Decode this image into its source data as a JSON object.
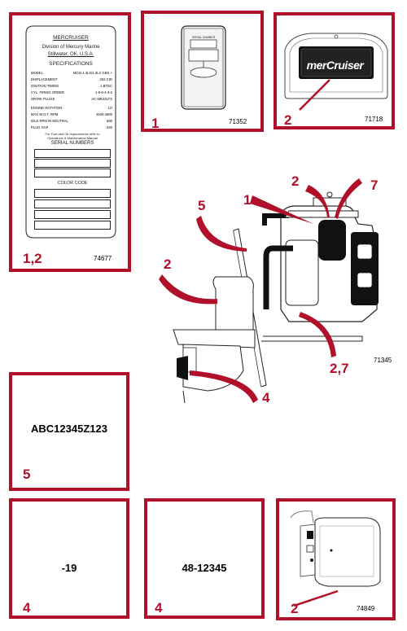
{
  "decal": {
    "brand": "MERCRUISER",
    "division": "Division of Mercury Marine",
    "location": "Stillwater, OK. U.S.A.",
    "specs_title": "SPECIFICATIONS",
    "rows": [
      {
        "label": "MODEL",
        "value": "MCM 4.3LX/4.3LX GEN +"
      },
      {
        "label": "DISPLACEMENT",
        "value": "262 CID"
      },
      {
        "label": "IGNITION TIMING",
        "value": "1 BTDC"
      },
      {
        "label": "CYL. FIRING ORDER",
        "value": "1-6-5-4-3-2"
      },
      {
        "label": "SPARK PLUGS",
        "value": "AC-MR43LTS"
      },
      {
        "label": "ENGINE ROTATION",
        "value": "LH"
      },
      {
        "label": "MAX W.O.T. RPM",
        "value": "4400-4800"
      },
      {
        "label": "IDLE RPM IN NEUTRAL",
        "value": "650"
      },
      {
        "label": "PLUG GAP",
        "value": ".040"
      }
    ],
    "fuel_note_1": "For Fuel and Oil requirements refer to",
    "fuel_note_2": "Operations & Maintenance Manual",
    "serial_title": "SERIAL NUMBERS",
    "color_title": "COLOR CODE",
    "callout": "1,2",
    "fig_no": "74677"
  },
  "panel_plate": {
    "plate_text": "SERIAL NUMBER",
    "callout": "1",
    "fig_no": "71352"
  },
  "panel_logo": {
    "logo_text": "merCruiser",
    "callout": "2",
    "fig_no": "71718"
  },
  "engine": {
    "callouts": [
      "1",
      "2",
      "7",
      "5",
      "2",
      "2,7",
      "4"
    ],
    "fig_no": "71345"
  },
  "panel_serial": {
    "text": "ABC12345Z123",
    "callout": "5"
  },
  "panel_ratio": {
    "text": "-19",
    "callout": "4"
  },
  "panel_part": {
    "text": "48-12345",
    "callout": "4"
  },
  "panel_drive": {
    "callout": "2",
    "fig_no": "74849"
  }
}
